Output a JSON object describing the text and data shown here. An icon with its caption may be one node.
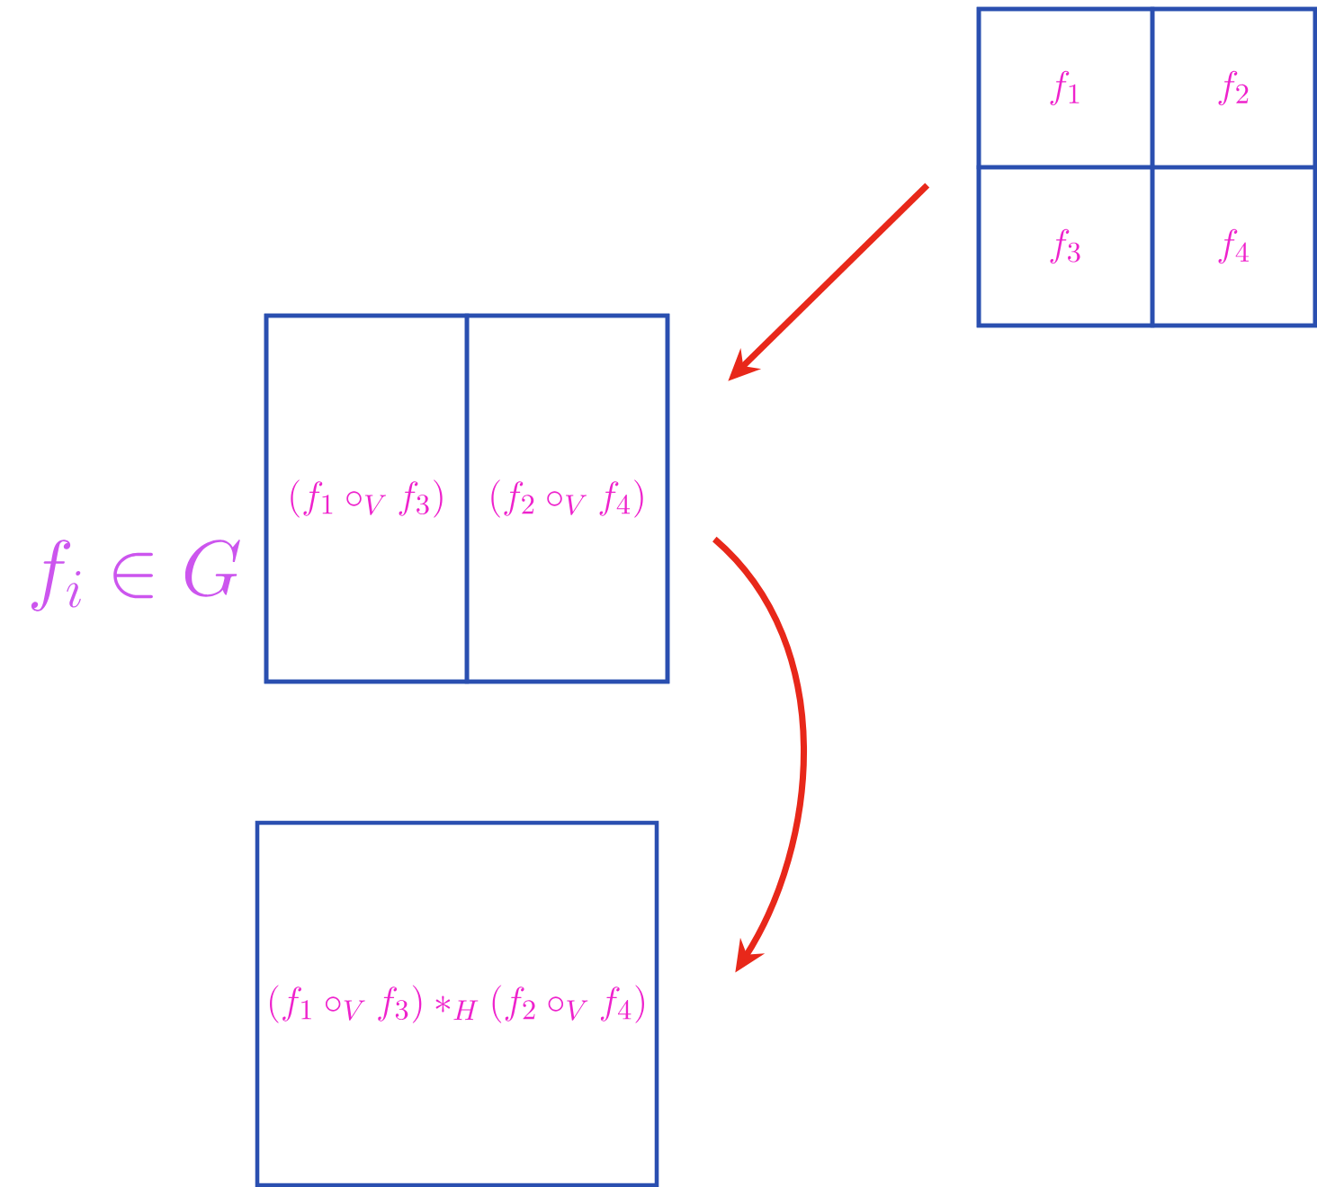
{
  "diagram": {
    "nodes": [
      {
        "text": [],
        "shape": "box"
      },
      {
        "text": [
          "f_1"
        ],
        "in": 0
      },
      {
        "text": [
          "f_2"
        ],
        "in": 0
      },
      {
        "text": [
          "f_3"
        ],
        "in": 0
      },
      {
        "text": [
          "f_4"
        ],
        "in": 0
      },
      {
        "text": [],
        "shape": "box"
      },
      {
        "text": [
          "(f_1 \\circ_V f_3)"
        ],
        "in": 5
      },
      {
        "text": [
          "(f_2 \\circ_V f_4)"
        ],
        "in": 5
      },
      {
        "text": [
          "(f_1 \\circ_V f_3) *_H (f_2 \\circ_V f_4)"
        ]
      }
    ],
    "edges": [
      {
        "from": 0,
        "to": 5,
        "arrow": "to"
      },
      {
        "from": 5,
        "to": 8,
        "arrow": "to"
      }
    ],
    "labels": [
      "f_i \\in G"
    ]
  }
}
